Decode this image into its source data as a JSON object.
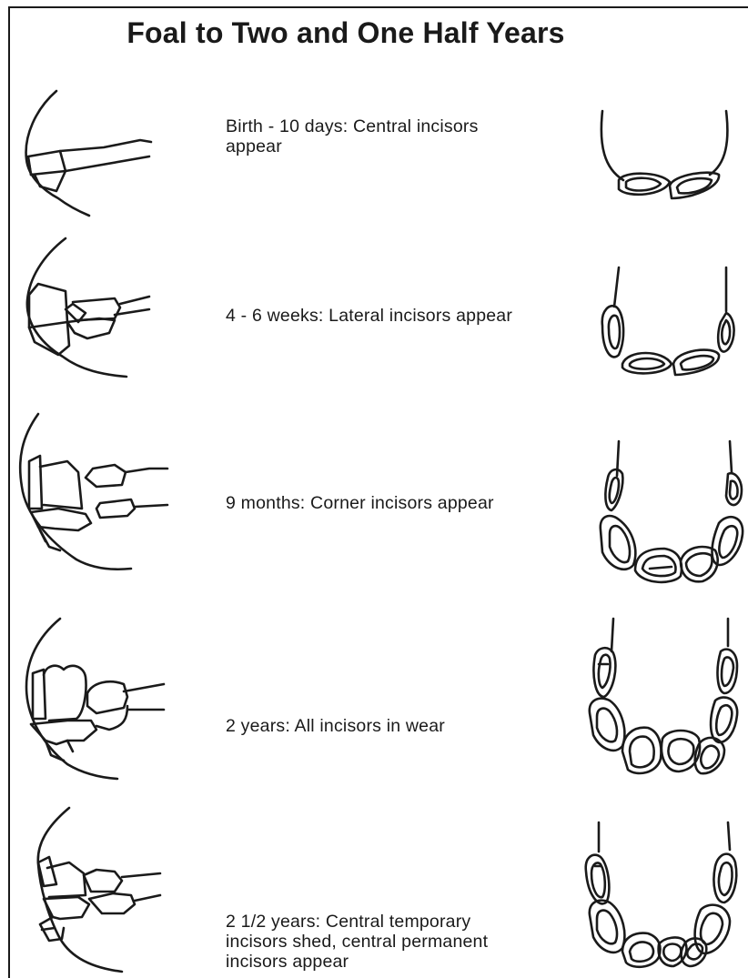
{
  "title": "Foal to Two and One Half Years",
  "stages": [
    {
      "caption": "Birth - 10 days: Central incisors\nappear"
    },
    {
      "caption": "4 - 6 weeks: Lateral incisors appear"
    },
    {
      "caption": "9 months: Corner incisors appear"
    },
    {
      "caption": "2 years: All incisors in wear"
    },
    {
      "caption": "2 1/2 years: Central temporary\n incisors shed, central permanent\n incisors appear"
    }
  ]
}
